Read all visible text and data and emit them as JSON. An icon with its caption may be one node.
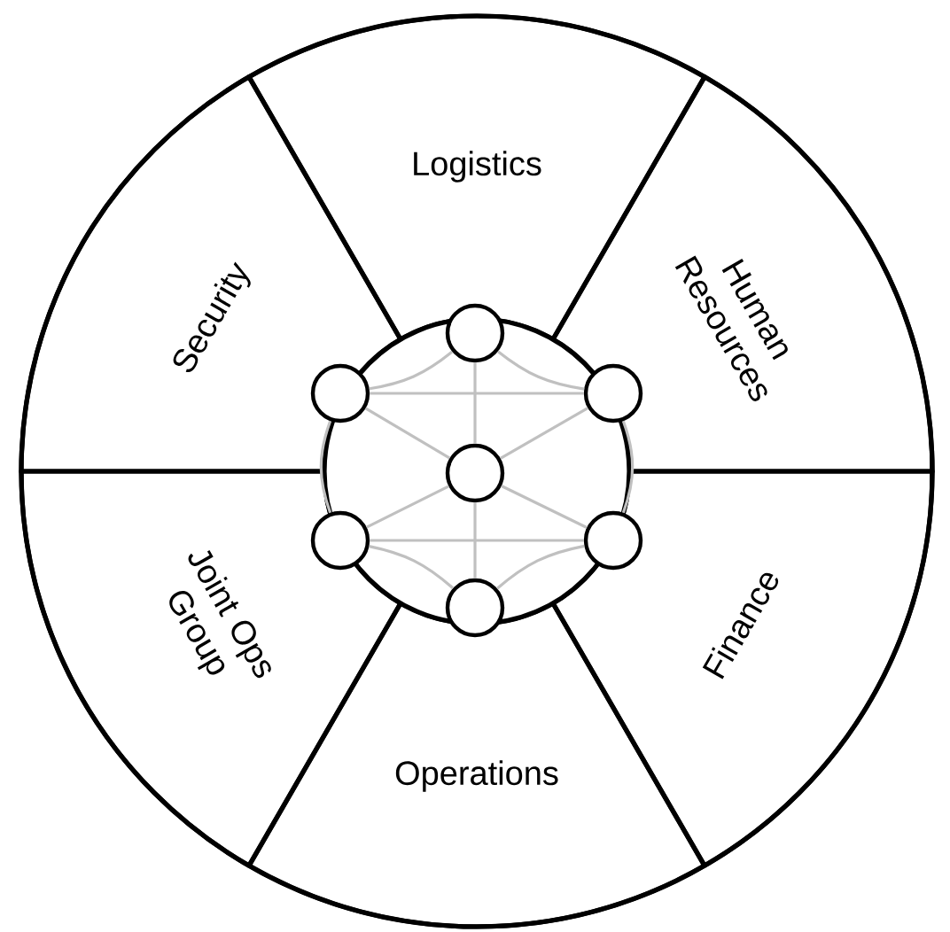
{
  "diagram": {
    "nodes": [
      {
        "text": [],
        "shape": "circle"
      },
      {
        "text": [
          "Logistics"
        ],
        "in": 0
      },
      {
        "text": [
          "Security"
        ],
        "in": 0
      },
      {
        "text": [
          "Human Resources"
        ],
        "in": 0
      },
      {
        "text": [
          "Joint Ops Group"
        ],
        "in": 0
      },
      {
        "text": [
          "Finance"
        ],
        "in": 0
      },
      {
        "text": [
          "Operations"
        ],
        "in": 0
      },
      {
        "text": [],
        "shape": "circle",
        "in": 0
      },
      {
        "text": [],
        "shape": "circle",
        "in": 7
      },
      {
        "text": [],
        "shape": "circle",
        "in": 7
      },
      {
        "text": [],
        "shape": "circle",
        "in": 7
      },
      {
        "text": [],
        "shape": "circle",
        "in": 7
      },
      {
        "text": [],
        "shape": "circle",
        "in": 7
      },
      {
        "text": [],
        "shape": "circle",
        "in": 7
      },
      {
        "text": [],
        "shape": "circle",
        "in": 7
      }
    ],
    "edges": [
      {
        "from": 11,
        "to": 8,
        "arrow": "none"
      },
      {
        "from": 11,
        "to": 14,
        "arrow": "none"
      },
      {
        "from": 11,
        "to": 9,
        "arrow": "none"
      },
      {
        "from": 11,
        "to": 10,
        "arrow": "none"
      },
      {
        "from": 11,
        "to": 12,
        "arrow": "none"
      },
      {
        "from": 11,
        "to": 13,
        "arrow": "none"
      },
      {
        "from": 9,
        "to": 10,
        "arrow": "none"
      },
      {
        "from": 12,
        "to": 13,
        "arrow": "none"
      },
      {
        "from": 8,
        "to": 9,
        "arrow": "none"
      },
      {
        "from": 8,
        "to": 10,
        "arrow": "none"
      },
      {
        "from": 14,
        "to": 12,
        "arrow": "none"
      },
      {
        "from": 14,
        "to": 13,
        "arrow": "none"
      },
      {
        "from": 9,
        "to": 12,
        "arrow": "none"
      },
      {
        "from": 10,
        "to": 13,
        "arrow": "none"
      }
    ]
  }
}
